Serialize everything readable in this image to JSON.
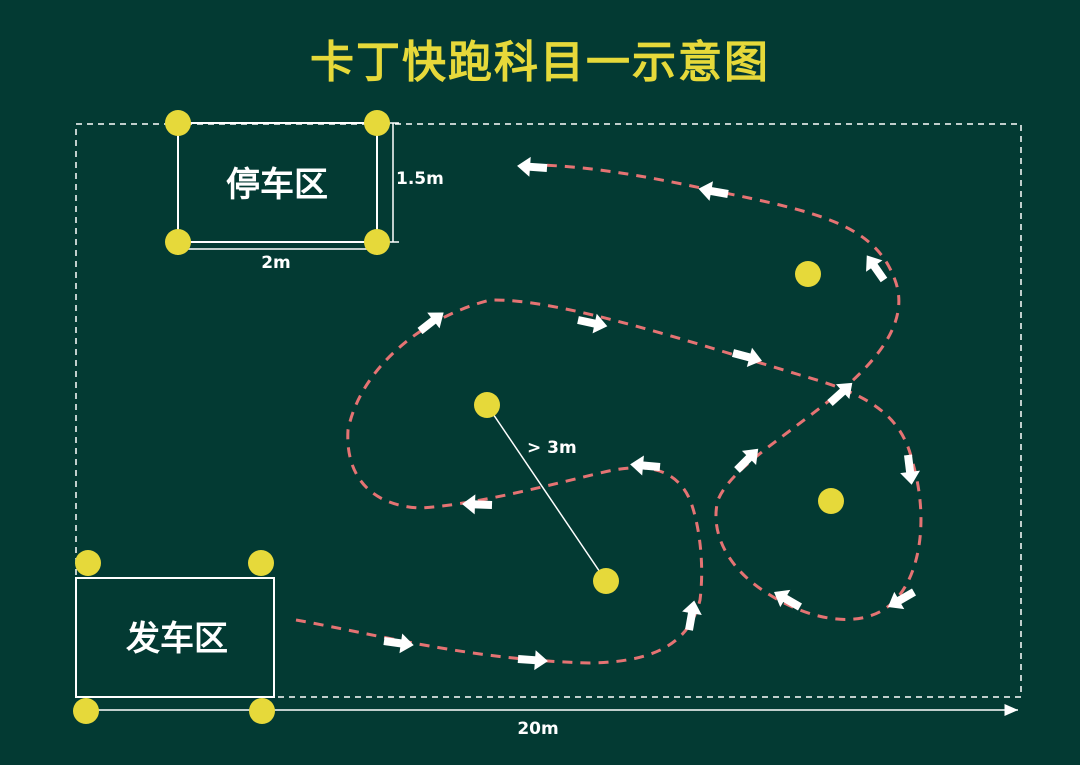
{
  "title": "卡丁快跑科目一示意图",
  "parking_zone": {
    "label": "停车区",
    "width_label": "2m",
    "height_label": "1.5m"
  },
  "start_zone": {
    "label": "发车区"
  },
  "course": {
    "length_label": "20m",
    "cone_distance_label": "> 3m"
  },
  "colors": {
    "background": "#033a33",
    "cone": "#e6d93a",
    "path": "#e57373",
    "arrow": "#ffffff",
    "title": "#e6d93a"
  }
}
